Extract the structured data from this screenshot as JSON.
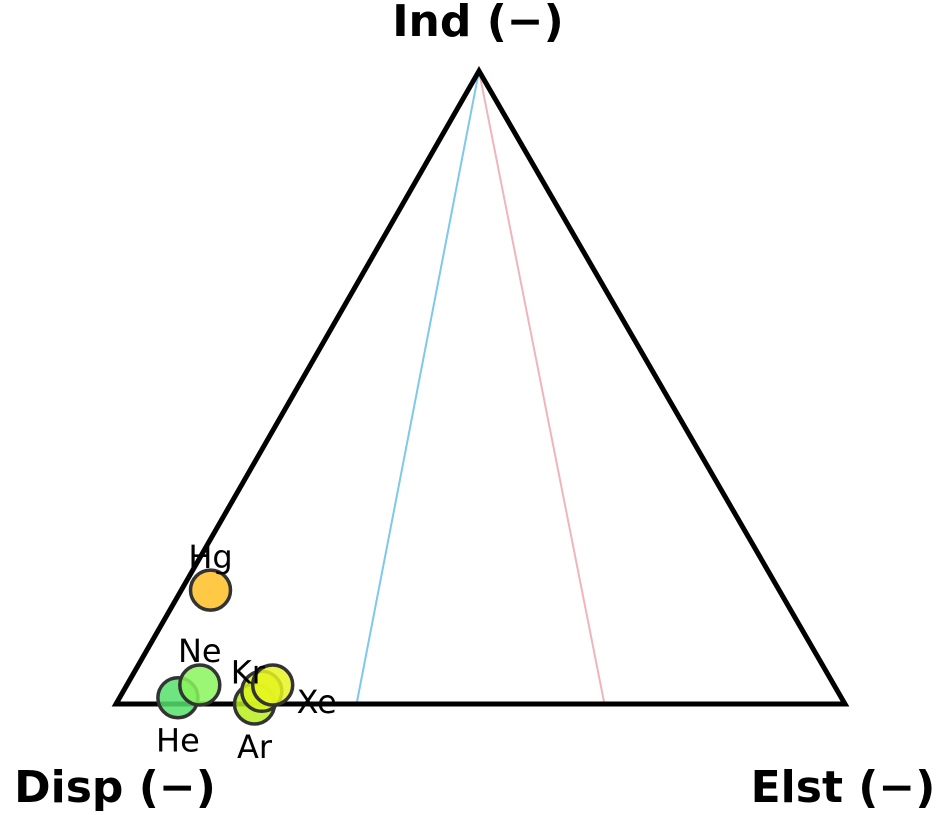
{
  "chart_data": {
    "type": "scatter",
    "subtype": "ternary",
    "vertices": {
      "top": "Ind (−)",
      "left": "Disp (−)",
      "right": "Elst (−)"
    },
    "components_order": [
      "Disp",
      "Ind",
      "Elst"
    ],
    "points": [
      {
        "label": "He",
        "disp": 0.91,
        "ind": 0.01,
        "elst": 0.08,
        "color": "#55e06a"
      },
      {
        "label": "Ne",
        "disp": 0.87,
        "ind": 0.03,
        "elst": 0.1,
        "color": "#88f55c"
      },
      {
        "label": "Ar",
        "disp": 0.81,
        "ind": 0.0,
        "elst": 0.19,
        "color": "#b7ee1c"
      },
      {
        "label": "Kr",
        "disp": 0.79,
        "ind": 0.02,
        "elst": 0.19,
        "color": "#d9f51c"
      },
      {
        "label": "Xe",
        "disp": 0.77,
        "ind": 0.03,
        "elst": 0.2,
        "color": "#e6f520"
      },
      {
        "label": "Hg",
        "disp": 0.78,
        "ind": 0.18,
        "elst": 0.04,
        "color": "#ffbf26"
      }
    ],
    "reference_lines": [
      {
        "from": {
          "disp": 0,
          "ind": 1,
          "elst": 0
        },
        "to": {
          "disp": 0.67,
          "ind": 0,
          "elst": 0.33
        },
        "color": "#7ec8ec"
      },
      {
        "from": {
          "disp": 0,
          "ind": 1,
          "elst": 0
        },
        "to": {
          "disp": 0.33,
          "ind": 0,
          "elst": 0.67
        },
        "color": "#f0b4bc"
      }
    ]
  }
}
